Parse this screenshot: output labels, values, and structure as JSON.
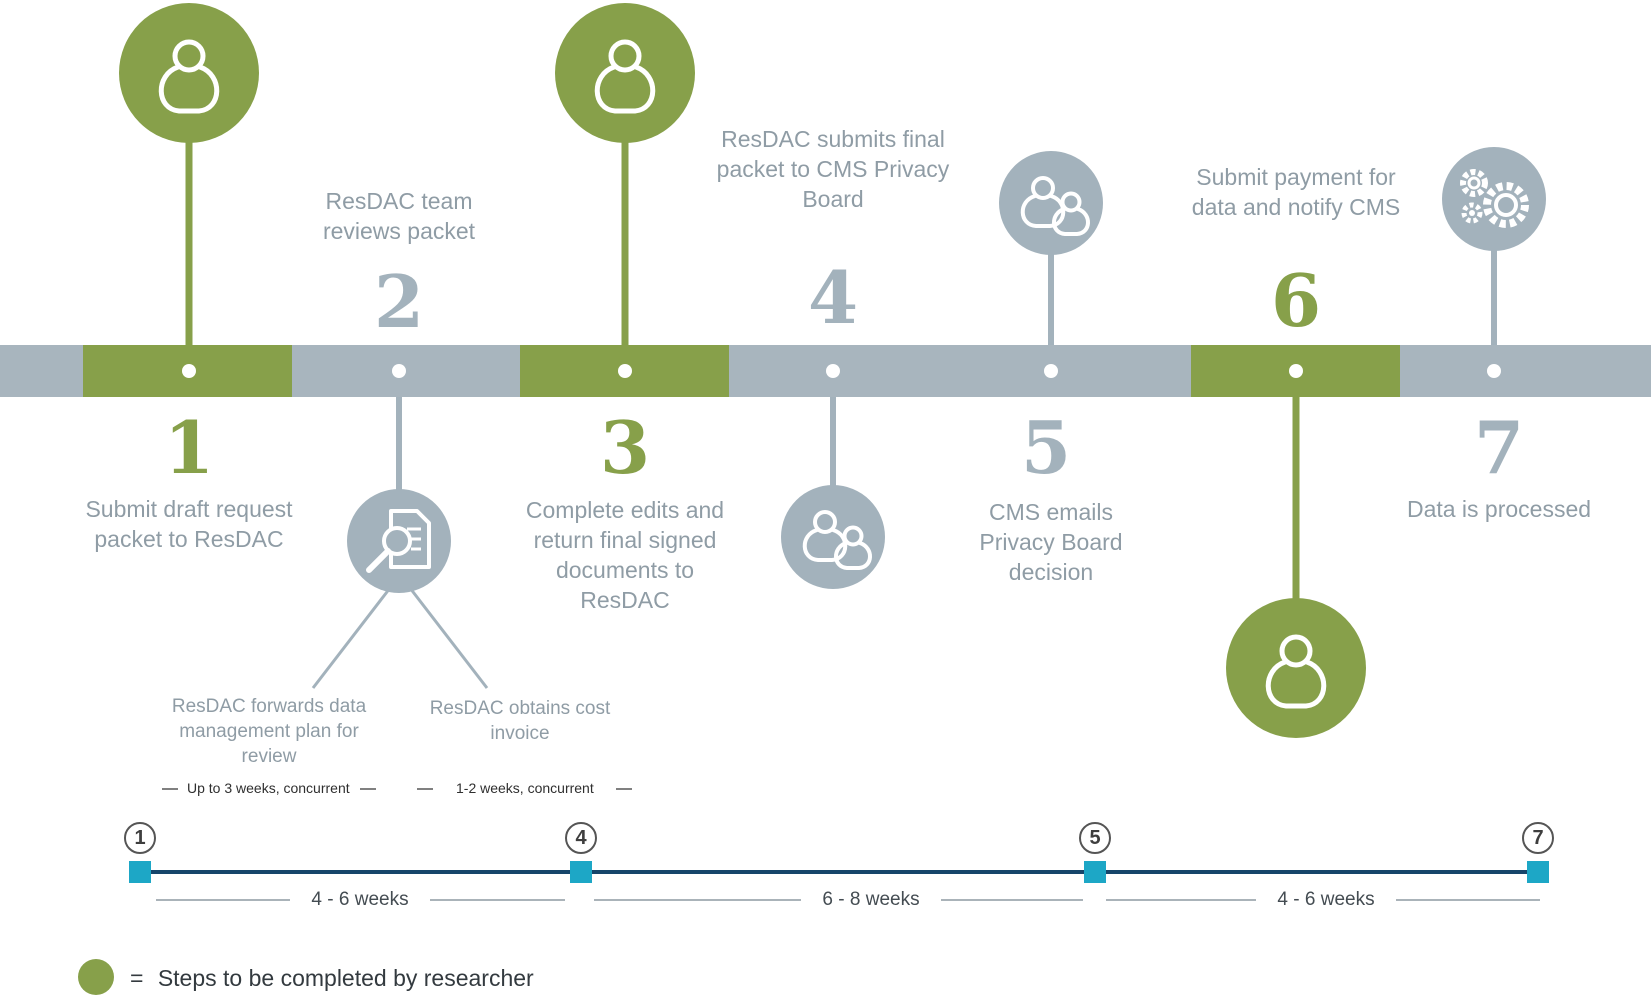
{
  "colors": {
    "researcher_green": "#87a04a",
    "resdac_gray": "#a3b2bc",
    "bar_gray": "#a8b5be",
    "timeline_navy": "#16456a",
    "timeline_teal": "#1da7c6"
  },
  "steps": [
    {
      "number": "1",
      "label": "Submit draft request packet to ResDAC",
      "actor": "researcher",
      "icon": "person-icon"
    },
    {
      "number": "2",
      "label": "ResDAC team reviews packet",
      "actor": "resdac",
      "icon": "document-search-icon",
      "sub_steps": [
        {
          "label": "ResDAC forwards data management plan for review",
          "duration": "Up to 3 weeks, concurrent"
        },
        {
          "label": "ResDAC obtains cost invoice",
          "duration": "1-2 weeks, concurrent"
        }
      ]
    },
    {
      "number": "3",
      "label": "Complete edits and return final signed documents to ResDAC",
      "actor": "researcher",
      "icon": "person-icon"
    },
    {
      "number": "4",
      "label": "ResDAC submits final packet to CMS Privacy Board",
      "actor": "resdac",
      "icon": "group-icon"
    },
    {
      "number": "5",
      "label": "CMS emails Privacy Board decision",
      "actor": "resdac",
      "icon": "group-icon"
    },
    {
      "number": "6",
      "label": "Submit payment for data and notify CMS",
      "actor": "researcher",
      "icon": "person-icon"
    },
    {
      "number": "7",
      "label": "Data is processed",
      "actor": "resdac",
      "icon": "gears-icon"
    }
  ],
  "timeline": {
    "markers": [
      "1",
      "4",
      "5",
      "7"
    ],
    "durations": [
      "4 - 6 weeks",
      "6 - 8 weeks",
      "4 - 6 weeks"
    ]
  },
  "legend": {
    "symbol": "=",
    "text": "Steps to be completed by researcher"
  }
}
